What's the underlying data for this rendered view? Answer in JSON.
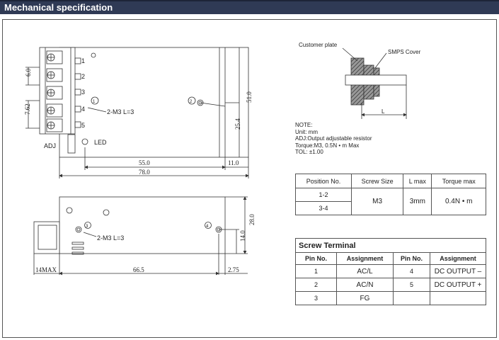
{
  "header": {
    "title": "Mechanical specification"
  },
  "drawing_top": {
    "terminal_numbers": [
      "1",
      "2",
      "3",
      "4",
      "5"
    ],
    "dim_6_0": "6.0",
    "dim_7_62": "7.62",
    "dim_51_0": "51.0",
    "dim_25_4": "25.4",
    "dim_55_0": "55.0",
    "dim_11_0": "11.0",
    "dim_78_0": "78.0",
    "callout_1": "1",
    "callout_2": "2",
    "screw_label": "2-M3 L=3",
    "adj_label": "ADJ",
    "led_label": "LED"
  },
  "drawing_bottom": {
    "callout_3": "3",
    "callout_4": "4",
    "screw_label": "2-M3 L=3",
    "dim_28_0": "28.0",
    "dim_14_0": "14.0",
    "dim_14max": "14MAX",
    "dim_66_5": "66.5",
    "dim_2_75": "2.75"
  },
  "mount_detail": {
    "customer_plate": "Customer plate",
    "smps_cover": "SMPS Cover",
    "l_label": "L"
  },
  "note": {
    "title": "NOTE:",
    "unit": "Unit: mm",
    "adj": "ADJ:Output adjustable resistor",
    "torque": "Torque:M3, 0.5N • m Max",
    "tol": "TOL: ±1.00"
  },
  "position_table": {
    "headers": [
      "Position No.",
      "Screw Size",
      "L max",
      "Torque max"
    ],
    "positions": [
      "1-2",
      "3-4"
    ],
    "screw_size": "M3",
    "l_max": "3mm",
    "torque_max": "0.4N • m"
  },
  "terminal_table": {
    "title": "Screw Terminal",
    "headers": [
      "Pin No.",
      "Assignment",
      "Pin No.",
      "Assignment"
    ],
    "rows": [
      [
        "1",
        "AC/L",
        "4",
        "DC OUTPUT –"
      ],
      [
        "2",
        "AC/N",
        "5",
        "DC OUTPUT +"
      ],
      [
        "3",
        "FG",
        "",
        ""
      ]
    ]
  }
}
